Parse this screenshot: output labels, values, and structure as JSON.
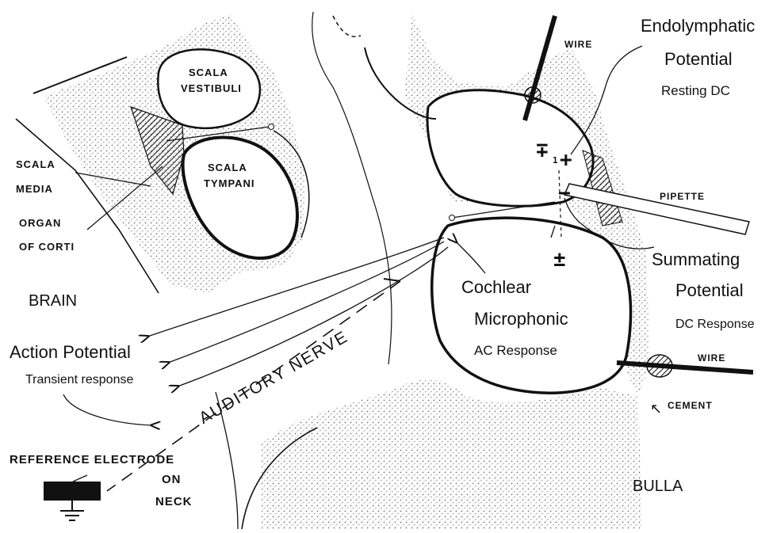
{
  "colors": {
    "ink": "#111111",
    "paper": "#ffffff",
    "stipple": "#7a7a7a"
  },
  "labels": {
    "scala_vestibuli": [
      "SCALA",
      "VESTIBULI"
    ],
    "scala_tympani": [
      "SCALA",
      "TYMPANI"
    ],
    "scala_media": [
      "SCALA",
      "MEDIA"
    ],
    "organ_of_corti": [
      "ORGAN",
      "OF CORTI"
    ],
    "brain": "BRAIN",
    "auditory_nerve": "AUDITORY NERVE",
    "action_potential": "Action Potential",
    "transient_response": "Transient response",
    "reference_electrode": "REFERENCE ELECTRODE",
    "on": "ON",
    "neck": "NECK",
    "wire_top": "WIRE",
    "endolymphatic": [
      "Endolymphatic",
      "Potential",
      "Resting DC"
    ],
    "pipette": "PIPETTE",
    "summating": [
      "Summating",
      "Potential",
      "DC Response"
    ],
    "cochlear": [
      "Cochlear",
      "Microphonic",
      "AC Response"
    ],
    "wire_bottom": "WIRE",
    "cement": "CEMENT",
    "bulla": "BULLA"
  },
  "symbols": {
    "minus_plus": "∓",
    "plus_minus": "±",
    "plus": "+",
    "minus": "−",
    "subscript_one": "1",
    "cement_arrow": "↖"
  }
}
